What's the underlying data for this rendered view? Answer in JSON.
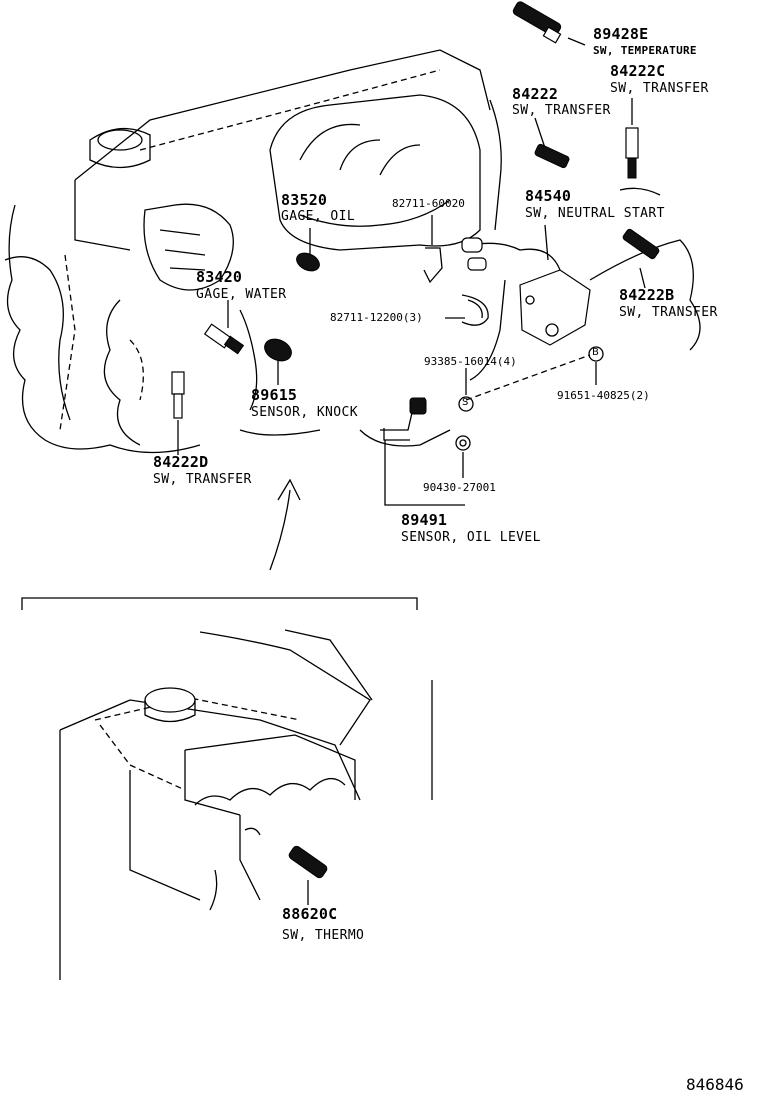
{
  "diagram_ref": "846846",
  "callouts": {
    "sw_temperature": {
      "number": "89428E",
      "desc": "SW, TEMPERATURE"
    },
    "sw_transfer_c": {
      "number": "84222C",
      "desc": "SW, TRANSFER"
    },
    "sw_transfer": {
      "number": "84222",
      "desc": "SW, TRANSFER"
    },
    "gage_oil": {
      "number": "83520",
      "desc": "GAGE, OIL"
    },
    "clamp_60020": {
      "number": "82711-60020"
    },
    "sw_neutral_start": {
      "number": "84540",
      "desc": "SW, NEUTRAL START"
    },
    "gage_water": {
      "number": "83420",
      "desc": "GAGE, WATER"
    },
    "clamp_12200": {
      "number": "82711-12200(3)"
    },
    "sw_transfer_b": {
      "number": "84222B",
      "desc": "SW, TRANSFER"
    },
    "bolt_16014": {
      "number": "93385-16014(4)"
    },
    "bolt_40825": {
      "number": "91651-40825(2)"
    },
    "sensor_knock": {
      "number": "89615",
      "desc": "SENSOR, KNOCK"
    },
    "sw_transfer_d": {
      "number": "84222D",
      "desc": "SW, TRANSFER"
    },
    "gasket_27001": {
      "number": "90430-27001"
    },
    "sensor_oil_level": {
      "number": "89491",
      "desc": "SENSOR, OIL LEVEL"
    },
    "sw_thermo": {
      "number": "88620C",
      "desc": "SW, THERMO"
    }
  },
  "markers": {
    "s": "S",
    "b": "B"
  }
}
